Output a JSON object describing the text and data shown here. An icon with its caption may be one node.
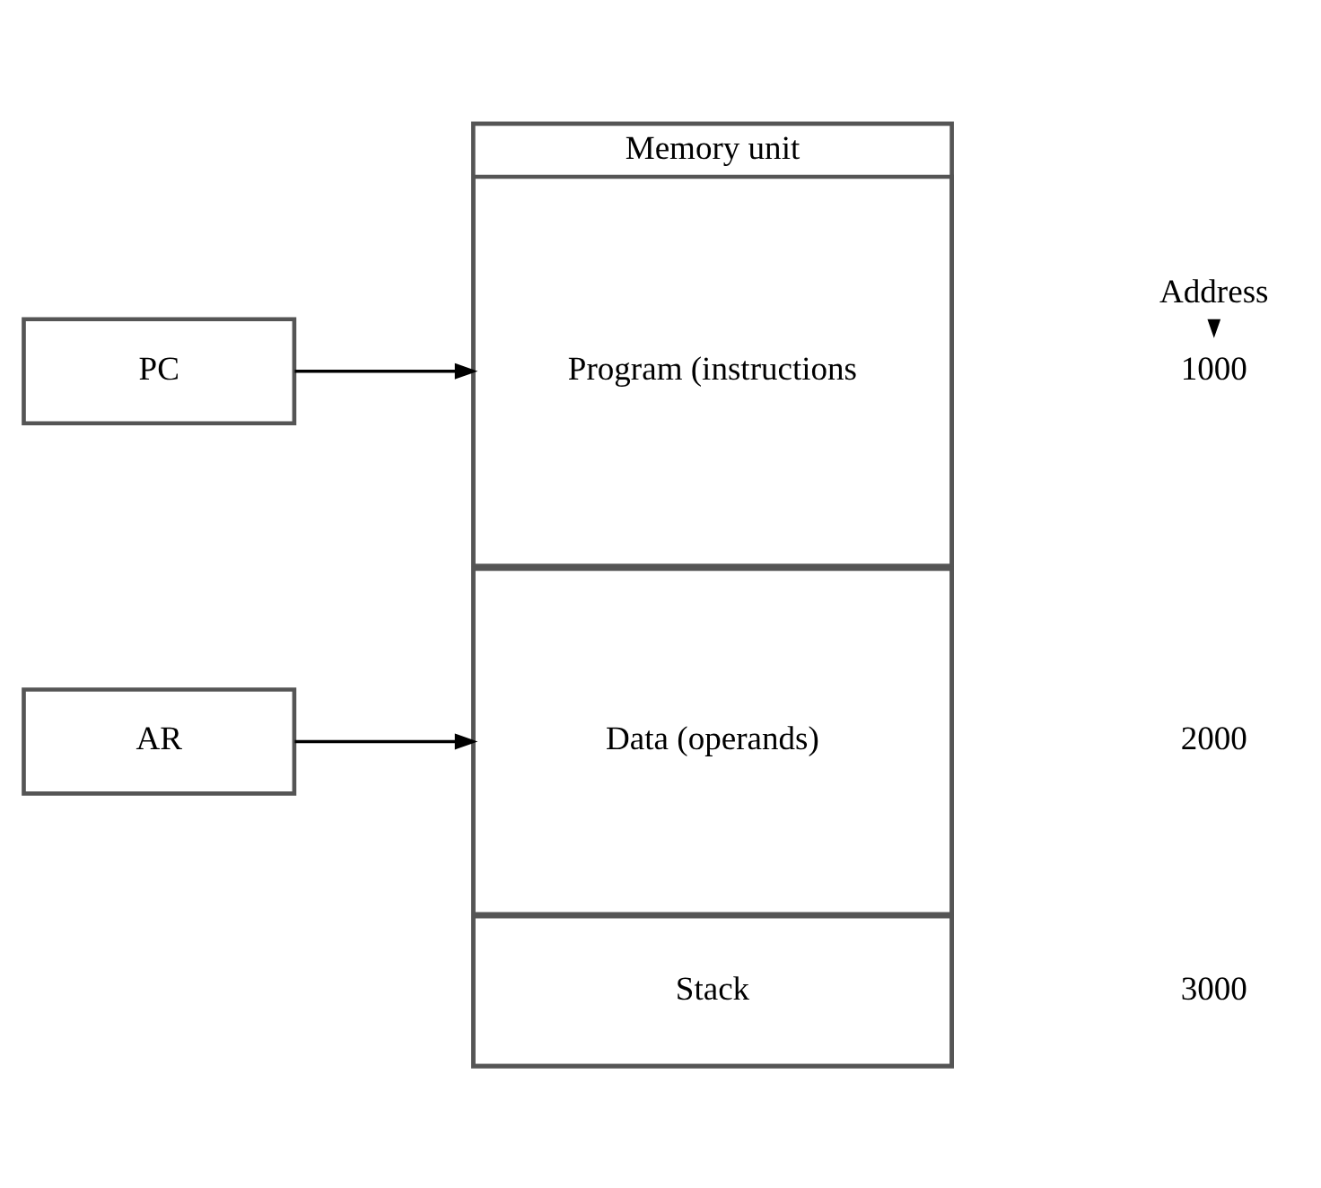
{
  "diagram": {
    "nodes": [
      {
        "text": [
          "Memory unit"
        ]
      },
      {
        "text": [
          "PC"
        ]
      },
      {
        "text": [
          "Program (instructions"
        ],
        "in": 0
      },
      {
        "text": [
          "AR"
        ]
      },
      {
        "text": [
          "Data (operands)"
        ],
        "in": 0
      },
      {
        "text": [
          "Stack"
        ],
        "in": 0
      }
    ],
    "edges": [
      {
        "from": 1,
        "to": 2,
        "arrow": "to"
      },
      {
        "from": 3,
        "to": 4,
        "arrow": "to"
      }
    ],
    "labels": [
      "Address",
      "1000",
      "2000",
      "3000"
    ]
  }
}
